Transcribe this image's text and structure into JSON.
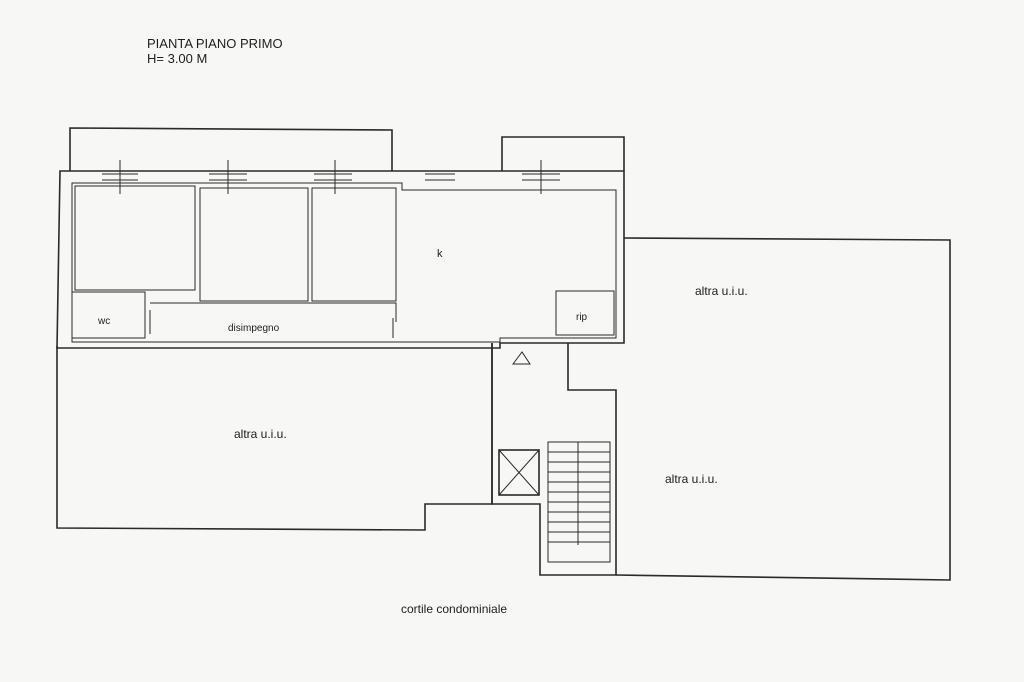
{
  "header": {
    "title": "PIANTA PIANO PRIMO",
    "height": "H= 3.00 M"
  },
  "rooms": {
    "kitchen": "k",
    "wc": "wc",
    "hallway": "disimpegno",
    "storage": "rip"
  },
  "neighbours": {
    "left": "altra u.i.u.",
    "right_top": "altra u.i.u.",
    "right_bottom": "altra u.i.u."
  },
  "courtyard": "cortile condominiale",
  "colors": {
    "background": "#f7f7f5",
    "line": "#2a2a2a"
  }
}
